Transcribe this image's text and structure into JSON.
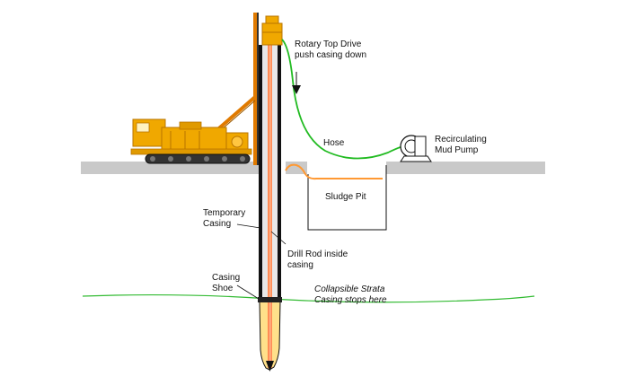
{
  "labels": {
    "top_drive_1": "Rotary Top Drive",
    "top_drive_2": "push casing down",
    "hose": "Hose",
    "pump_1": "Recirculating",
    "pump_2": "Mud Pump",
    "sludge_pit": "Sludge Pit",
    "temp_casing_1": "Temporary",
    "temp_casing_2": "Casing",
    "drill_rod_1": "Drill Rod inside",
    "drill_rod_2": "casing",
    "casing_shoe_1": "Casing",
    "casing_shoe_2": "Shoe",
    "strata_1": "Collapsible Strata",
    "strata_2": "Casing stops here"
  },
  "colors": {
    "ground": "#c9c9c9",
    "rig_body": "#f0a800",
    "rig_dark": "#b87400",
    "mast": "#e07a00",
    "hose": "#22bb22",
    "strata": "#33bb33",
    "casing_wall": "#111111",
    "drill_rod": "#ff8c55",
    "shoe": "#ffe08a",
    "sludge_line": "#ff9933"
  }
}
